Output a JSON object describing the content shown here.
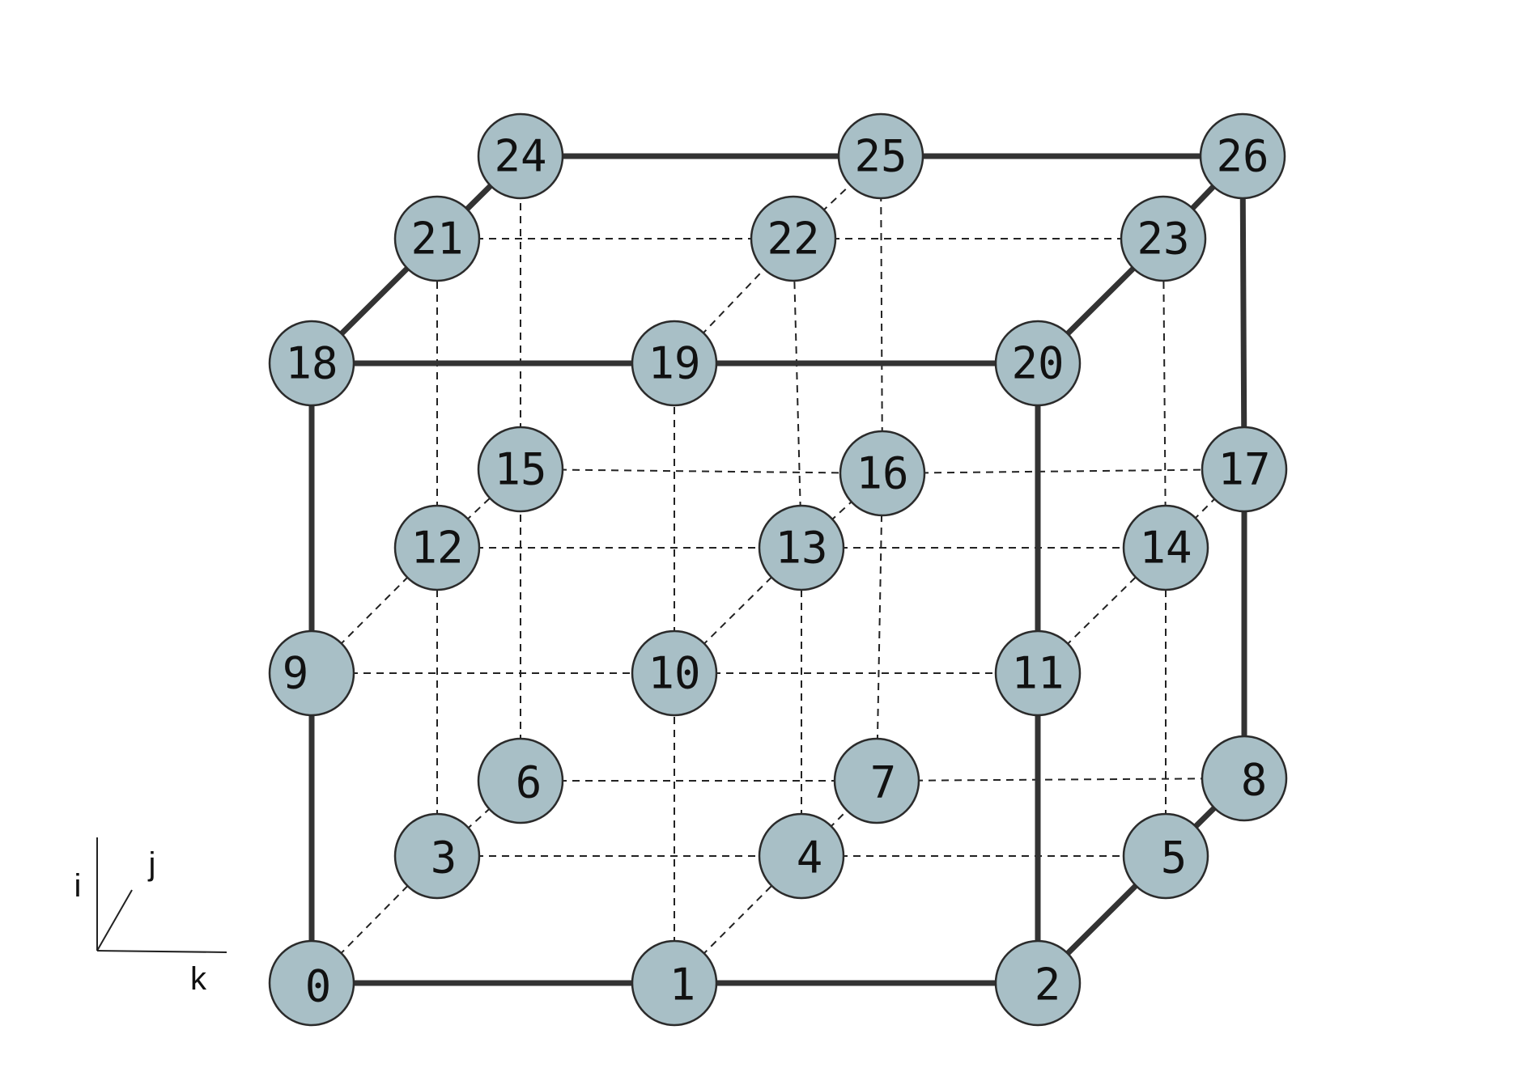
{
  "diagram": {
    "colors": {
      "node_fill": "#a8bfc6",
      "node_stroke": "#2b2b2b",
      "solid_edge": "#333333",
      "dashed_edge": "#222222"
    },
    "nodes": [
      {
        "id": 0,
        "label": "0"
      },
      {
        "id": 1,
        "label": "1"
      },
      {
        "id": 2,
        "label": "2"
      },
      {
        "id": 3,
        "label": "3"
      },
      {
        "id": 4,
        "label": "4"
      },
      {
        "id": 5,
        "label": "5"
      },
      {
        "id": 6,
        "label": "6"
      },
      {
        "id": 7,
        "label": "7"
      },
      {
        "id": 8,
        "label": "8"
      },
      {
        "id": 9,
        "label": "9"
      },
      {
        "id": 10,
        "label": "10"
      },
      {
        "id": 11,
        "label": "11"
      },
      {
        "id": 12,
        "label": "12"
      },
      {
        "id": 13,
        "label": "13"
      },
      {
        "id": 14,
        "label": "14"
      },
      {
        "id": 15,
        "label": "15"
      },
      {
        "id": 16,
        "label": "16"
      },
      {
        "id": 17,
        "label": "17"
      },
      {
        "id": 18,
        "label": "18"
      },
      {
        "id": 19,
        "label": "19"
      },
      {
        "id": 20,
        "label": "20"
      },
      {
        "id": 21,
        "label": "21"
      },
      {
        "id": 22,
        "label": "22"
      },
      {
        "id": 23,
        "label": "23"
      },
      {
        "id": 24,
        "label": "24"
      },
      {
        "id": 25,
        "label": "25"
      },
      {
        "id": 26,
        "label": "26"
      }
    ],
    "solid_edges": [
      [
        0,
        1
      ],
      [
        1,
        2
      ],
      [
        18,
        19
      ],
      [
        19,
        20
      ],
      [
        24,
        25
      ],
      [
        25,
        26
      ],
      [
        0,
        9
      ],
      [
        9,
        18
      ],
      [
        2,
        11
      ],
      [
        11,
        20
      ],
      [
        8,
        17
      ],
      [
        17,
        26
      ],
      [
        18,
        21
      ],
      [
        21,
        24
      ],
      [
        20,
        23
      ],
      [
        23,
        26
      ],
      [
        2,
        5
      ],
      [
        5,
        8
      ]
    ],
    "dashed_edges": [
      [
        3,
        4
      ],
      [
        4,
        5
      ],
      [
        6,
        7
      ],
      [
        7,
        8
      ],
      [
        9,
        10
      ],
      [
        10,
        11
      ],
      [
        12,
        13
      ],
      [
        13,
        14
      ],
      [
        15,
        16
      ],
      [
        16,
        17
      ],
      [
        21,
        22
      ],
      [
        22,
        23
      ],
      [
        3,
        12
      ],
      [
        12,
        21
      ],
      [
        4,
        13
      ],
      [
        13,
        22
      ],
      [
        5,
        14
      ],
      [
        14,
        23
      ],
      [
        6,
        15
      ],
      [
        15,
        24
      ],
      [
        7,
        16
      ],
      [
        16,
        25
      ],
      [
        1,
        10
      ],
      [
        10,
        19
      ],
      [
        0,
        3
      ],
      [
        3,
        6
      ],
      [
        1,
        4
      ],
      [
        4,
        7
      ],
      [
        9,
        12
      ],
      [
        12,
        15
      ],
      [
        10,
        13
      ],
      [
        13,
        16
      ],
      [
        11,
        14
      ],
      [
        14,
        17
      ],
      [
        19,
        22
      ],
      [
        22,
        25
      ]
    ]
  },
  "axes": {
    "i": "i",
    "j": "j",
    "k": "k"
  }
}
